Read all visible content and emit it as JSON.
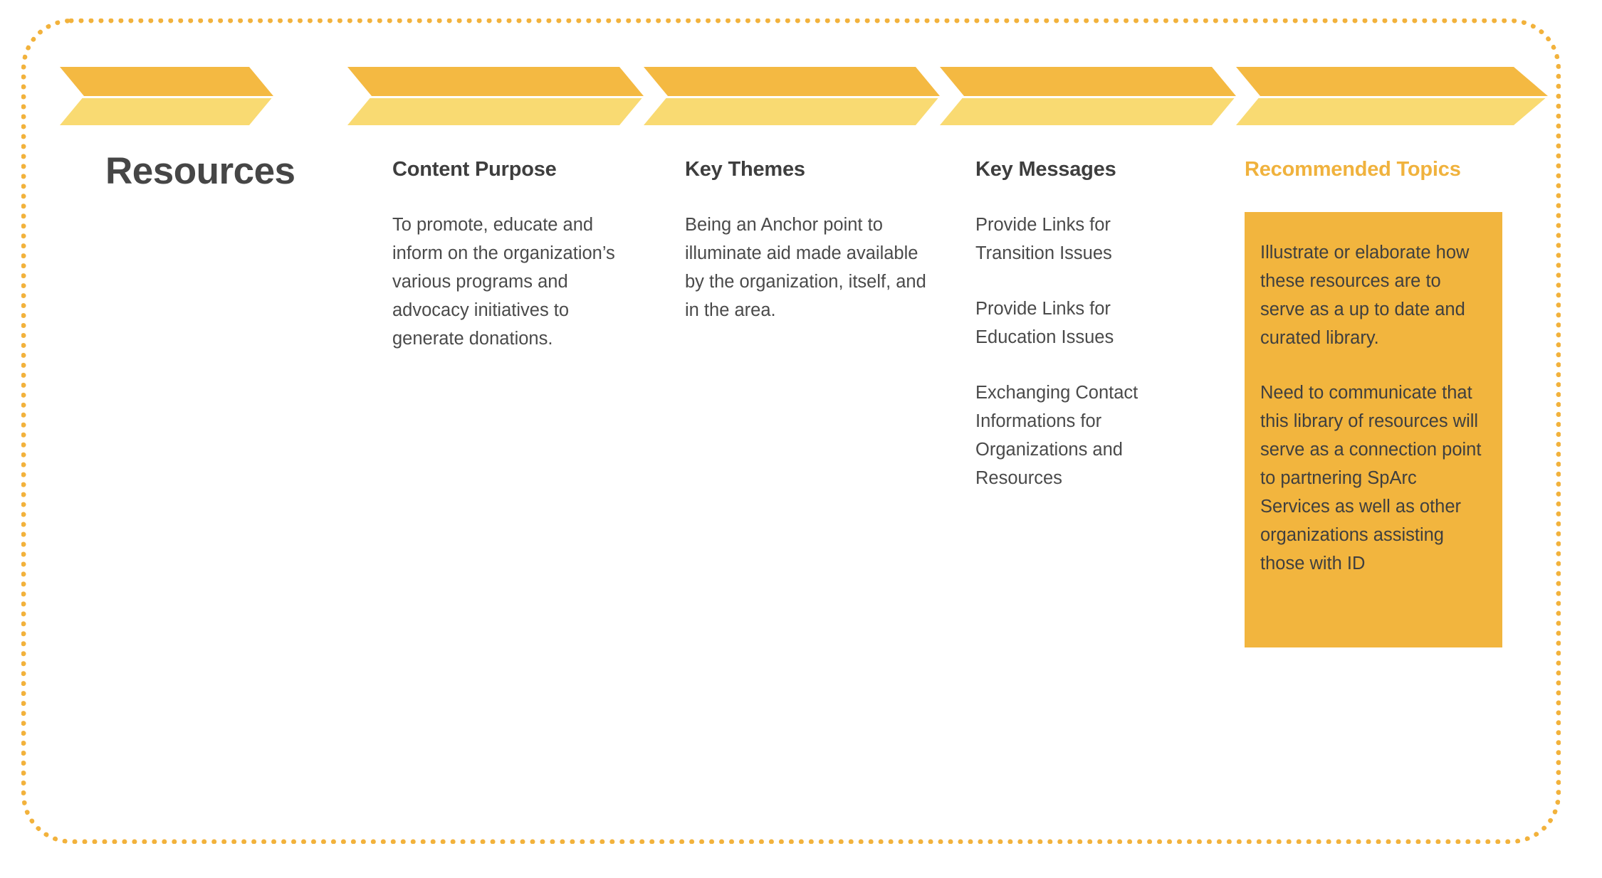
{
  "slide": {
    "heading": "Resources",
    "accent_color": "#F0B23D",
    "chevron_top_color": "#F4B942",
    "chevron_bottom_color": "#F9DA72",
    "callout_bg_color": "#F2B53E",
    "frame_color": "#F2B23C",
    "text_color": "#4A4A4A"
  },
  "chevrons": [
    {
      "label": ""
    },
    {
      "label": ""
    },
    {
      "label": ""
    },
    {
      "label": ""
    },
    {
      "label": ""
    }
  ],
  "columns": [
    {
      "title": "Content Purpose",
      "paragraphs": [
        "To promote, educate and inform on the organization’s various programs and advocacy initiatives to generate donations."
      ]
    },
    {
      "title": "Key Themes",
      "paragraphs": [
        "Being an Anchor point to illuminate aid made available by the organization, itself, and in the area."
      ]
    },
    {
      "title": "Key Messages",
      "paragraphs": [
        "Provide Links for Transition Issues",
        "Provide Links for Education Issues",
        "Exchanging Contact Informations for Organizations and Resources"
      ]
    },
    {
      "title": "Recommended Topics",
      "paragraphs": [
        "Illustrate or elaborate how these resources are to serve as a up to date and curated library.",
        "Need to communicate that this library of resources will serve as a connection point to partnering SpArc Services as well as other organizations assisting those with ID"
      ]
    }
  ]
}
